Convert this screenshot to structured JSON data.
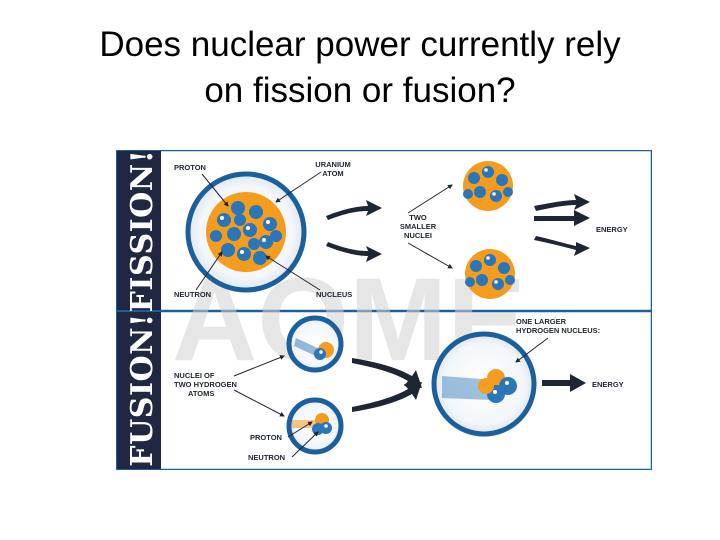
{
  "slide": {
    "title_line1": "Does nuclear power currently rely",
    "title_line2": "on fission or fusion?"
  },
  "diagram": {
    "watermark": "AOME",
    "colors": {
      "panel_blue": "#1a5f9e",
      "nucleus_orange": "#f39c1e",
      "particle_blue": "#2a76b8",
      "side_bar": "#1f2840"
    },
    "fission": {
      "heading": "FISSION!",
      "labels": {
        "proton": "PROTON",
        "uranium_line1": "URANIUM",
        "uranium_line2": "ATOM",
        "neutron": "NEUTRON",
        "nucleus": "NUCLEUS",
        "smaller_line1": "TWO",
        "smaller_line2": "SMALLER",
        "smaller_line3": "NUCLEI",
        "energy": "ENERGY"
      }
    },
    "fusion": {
      "heading": "FUSION!",
      "labels": {
        "nuclei_line1": "NUCLEI OF",
        "nuclei_line2": "TWO HYDROGEN",
        "nuclei_line3": "ATOMS",
        "proton": "PROTON",
        "neutron": "NEUTRON",
        "larger_line1": "ONE LARGER",
        "larger_line2": "HYDROGEN NUCLEUS:",
        "energy": "ENERGY"
      }
    }
  }
}
